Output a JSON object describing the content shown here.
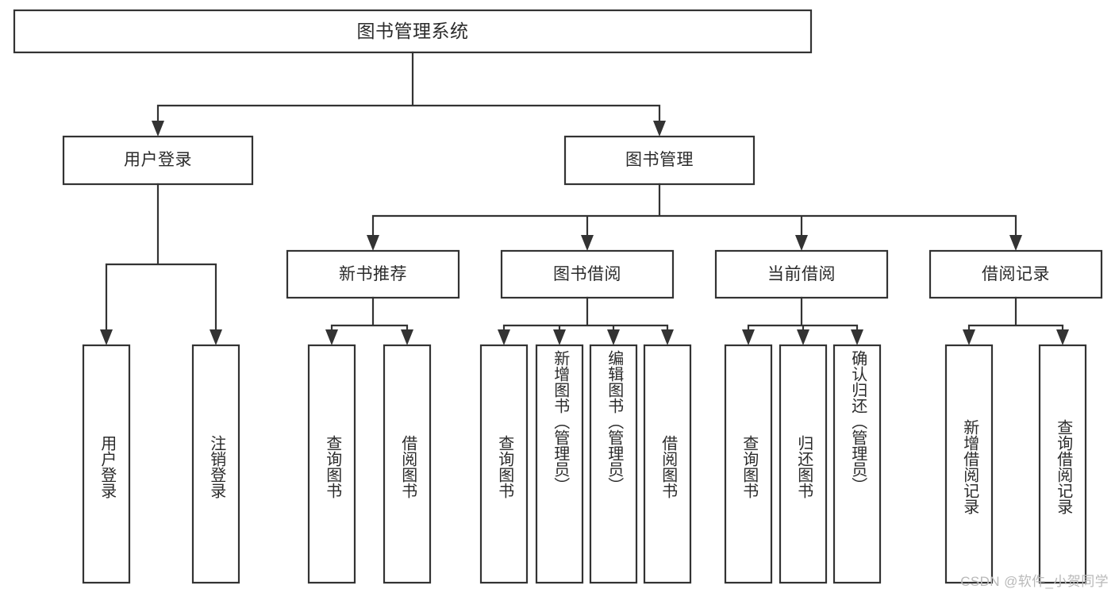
{
  "diagram": {
    "type": "tree-hierarchy",
    "title": "图书管理系统",
    "watermark": "CSDN @软件_小贺同学",
    "colors": {
      "stroke": "#333333",
      "fill": "#ffffff",
      "text": "#2b2b2b",
      "watermark": "#b9b9b9"
    },
    "nodes": {
      "root": {
        "label": "图书管理系统",
        "level": 0
      },
      "user_login": {
        "label": "用户登录",
        "level": 1
      },
      "book_manage": {
        "label": "图书管理",
        "level": 1
      },
      "new_book_rec": {
        "label": "新书推荐",
        "level": 2
      },
      "book_borrow": {
        "label": "图书借阅",
        "level": 2
      },
      "current_borrow": {
        "label": "当前借阅",
        "level": 2
      },
      "borrow_record": {
        "label": "借阅记录",
        "level": 2
      },
      "leaf_user_login": {
        "label": "用户登录",
        "level": 3
      },
      "leaf_logout": {
        "label": "注销登录",
        "level": 3
      },
      "leaf_query_book_1": {
        "label": "查询图书",
        "level": 3
      },
      "leaf_borrow_book_1": {
        "label": "借阅图书",
        "level": 3
      },
      "leaf_query_book_2": {
        "label": "查询图书",
        "level": 3
      },
      "leaf_add_book": {
        "label": "新增图书（管理员）",
        "level": 3
      },
      "leaf_edit_book": {
        "label": "编辑图书（管理员）",
        "level": 3
      },
      "leaf_borrow_book_2": {
        "label": "借阅图书",
        "level": 3
      },
      "leaf_query_book_3": {
        "label": "查询图书",
        "level": 3
      },
      "leaf_return_book": {
        "label": "归还图书",
        "level": 3
      },
      "leaf_confirm_return": {
        "label": "确认归还（管理员）",
        "level": 3
      },
      "leaf_add_record": {
        "label": "新增借阅记录",
        "level": 3
      },
      "leaf_query_record": {
        "label": "查询借阅记录",
        "level": 3
      }
    },
    "edges": [
      {
        "from": "root",
        "to": "user_login"
      },
      {
        "from": "root",
        "to": "book_manage"
      },
      {
        "from": "user_login",
        "to": "leaf_user_login"
      },
      {
        "from": "user_login",
        "to": "leaf_logout"
      },
      {
        "from": "book_manage",
        "to": "new_book_rec"
      },
      {
        "from": "book_manage",
        "to": "book_borrow"
      },
      {
        "from": "book_manage",
        "to": "current_borrow"
      },
      {
        "from": "book_manage",
        "to": "borrow_record"
      },
      {
        "from": "new_book_rec",
        "to": "leaf_query_book_1"
      },
      {
        "from": "new_book_rec",
        "to": "leaf_borrow_book_1"
      },
      {
        "from": "book_borrow",
        "to": "leaf_query_book_2"
      },
      {
        "from": "book_borrow",
        "to": "leaf_add_book"
      },
      {
        "from": "book_borrow",
        "to": "leaf_edit_book"
      },
      {
        "from": "book_borrow",
        "to": "leaf_borrow_book_2"
      },
      {
        "from": "current_borrow",
        "to": "leaf_query_book_3"
      },
      {
        "from": "current_borrow",
        "to": "leaf_return_book"
      },
      {
        "from": "current_borrow",
        "to": "leaf_confirm_return"
      },
      {
        "from": "borrow_record",
        "to": "leaf_add_record"
      },
      {
        "from": "borrow_record",
        "to": "leaf_query_record"
      }
    ]
  }
}
